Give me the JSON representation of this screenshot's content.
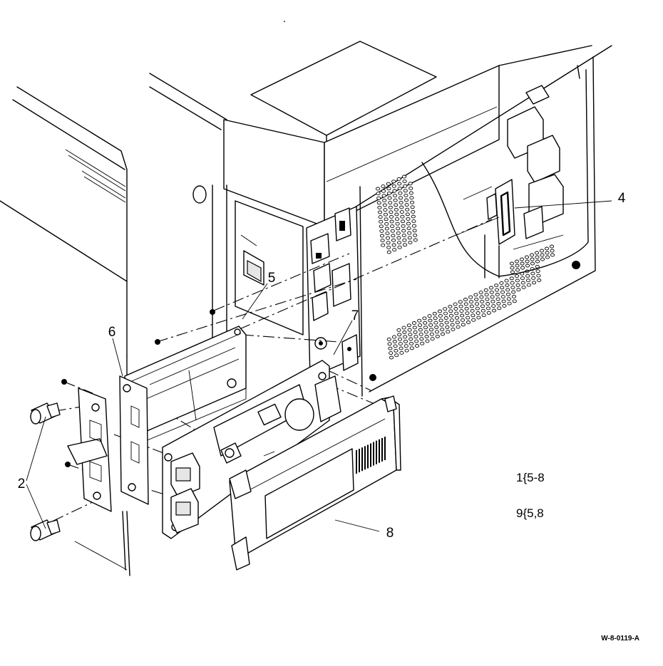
{
  "callouts": {
    "c2": "2",
    "c4": "4",
    "c5": "5",
    "c6": "6",
    "c7": "7",
    "c8": "8"
  },
  "legend": {
    "line1": "1{5-8",
    "line2": "9{5,8"
  },
  "figure_id": "W-8-0119-A"
}
